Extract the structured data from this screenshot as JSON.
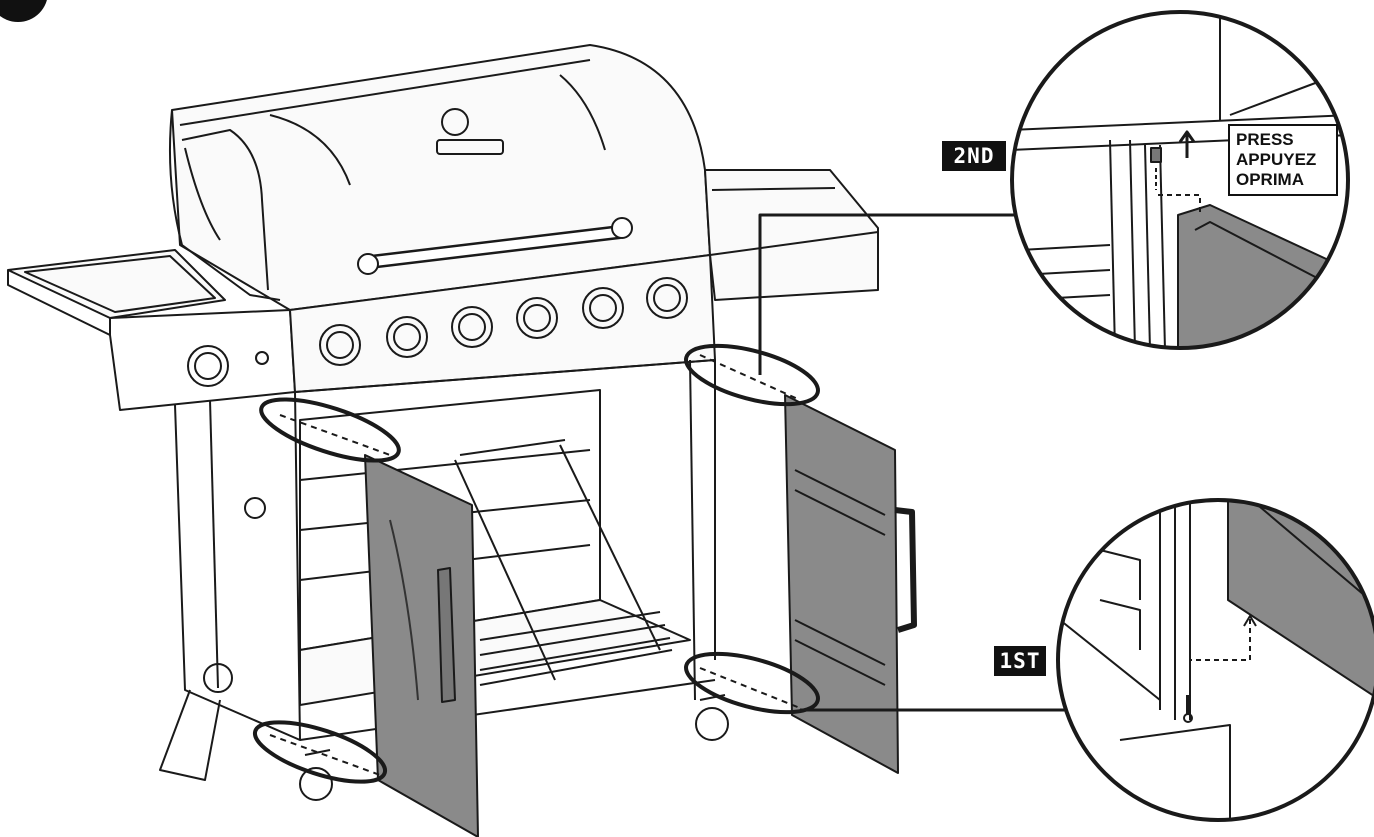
{
  "callouts": {
    "second": {
      "label": "2ND"
    },
    "first": {
      "label": "1ST"
    }
  },
  "press_note": {
    "lines": [
      "PRESS",
      "APPUYEZ",
      "OPRIMA"
    ]
  },
  "colors": {
    "door": "#8a8a8a",
    "line": "#1a1a1a",
    "background": "#ffffff"
  }
}
